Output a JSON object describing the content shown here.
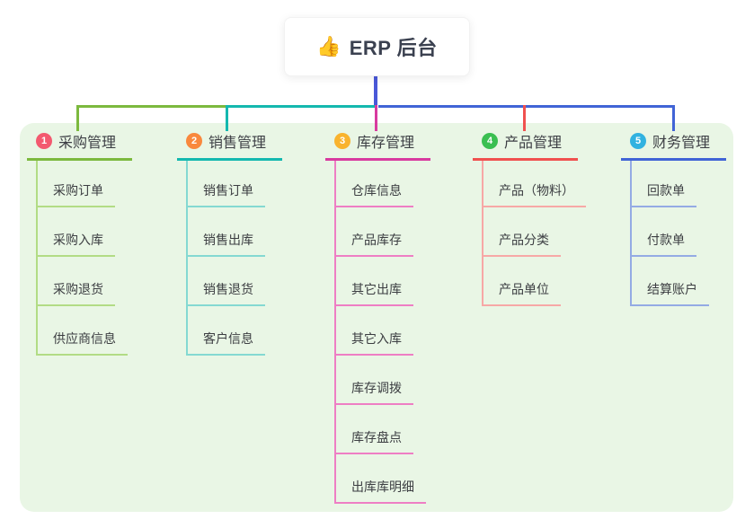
{
  "root": {
    "icon": "👍",
    "label": "ERP 后台"
  },
  "branches": [
    {
      "index": "1",
      "label": "采购管理",
      "badge_color": "#f3596f",
      "line_color": "#7cb93e",
      "light_color": "#b2dc85",
      "children": [
        "采购订单",
        "采购入库",
        "采购退货",
        "供应商信息"
      ]
    },
    {
      "index": "2",
      "label": "销售管理",
      "badge_color": "#f9883d",
      "line_color": "#14b8af",
      "light_color": "#84d9d2",
      "children": [
        "销售订单",
        "销售出库",
        "销售退货",
        "客户信息"
      ]
    },
    {
      "index": "3",
      "label": "库存管理",
      "badge_color": "#f9b32e",
      "line_color": "#d83a9f",
      "light_color": "#ee7ec4",
      "children": [
        "仓库信息",
        "产品库存",
        "其它出库",
        "其它入库",
        "库存调拨",
        "库存盘点",
        "出库库明细"
      ]
    },
    {
      "index": "4",
      "label": "产品管理",
      "badge_color": "#3abf51",
      "line_color": "#f0514f",
      "light_color": "#f7a8a6",
      "children": [
        "产品（物料）",
        "产品分类",
        "产品单位"
      ]
    },
    {
      "index": "5",
      "label": "财务管理",
      "badge_color": "#31b2e0",
      "line_color": "#4164d6",
      "light_color": "#94abe4",
      "children": [
        "回款单",
        "付款单",
        "结算账户"
      ]
    }
  ],
  "colors": {
    "root_connector": "#4a58d8",
    "canvas_background": "#e9f6e5",
    "card_background": "#ffffff",
    "title_text": "#3d3f45",
    "subitem_text": "#3c3e42"
  }
}
